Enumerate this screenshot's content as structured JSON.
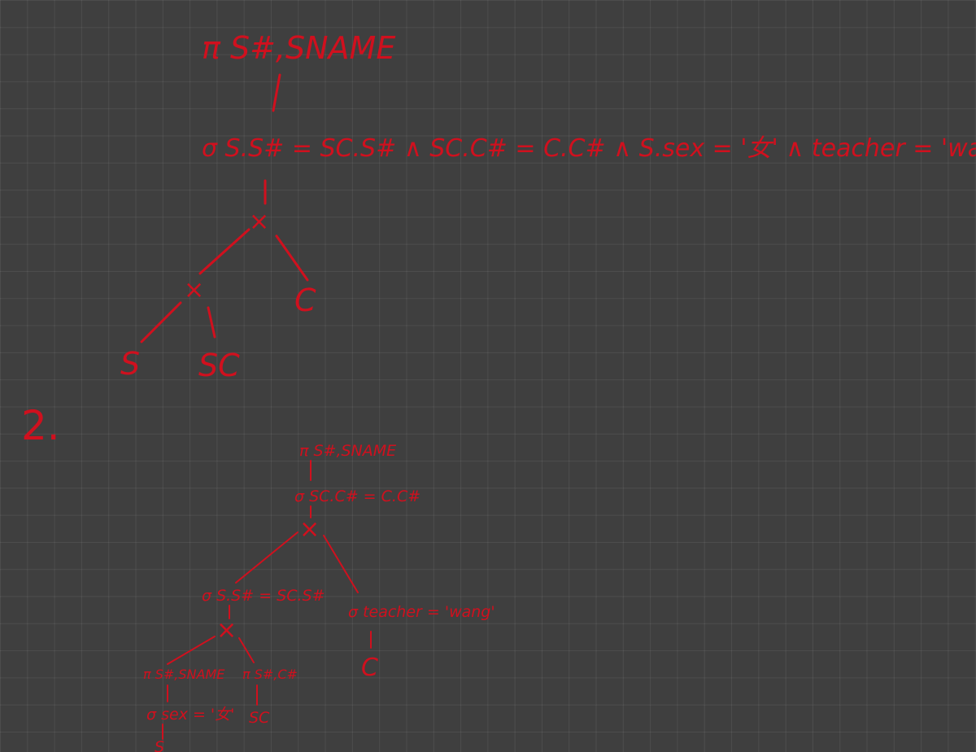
{
  "tree1": {
    "projection": "π S#,SNAME",
    "selection": "σ S.S# = SC.S# ∧ SC.C# = C.C# ∧ S.sex = '女' ∧ teacher = 'wang'",
    "join_top": "×",
    "join_left": "×",
    "leaf_s": "S",
    "leaf_sc": "SC",
    "leaf_c": "C"
  },
  "section2_marker": "2.",
  "tree2": {
    "projection": "π S#,SNAME",
    "selection_top": "σ SC.C# = C.C#",
    "join_top": "×",
    "selection_left": "σ S.S# = SC.S#",
    "selection_right": "σ teacher = 'wang'",
    "join_left": "×",
    "leaf_c": "C",
    "proj_left": "π S#,SNAME",
    "proj_right": "π S#,C#",
    "sel_sex": "σ sex = '女'",
    "leaf_sc": "SC",
    "leaf_s": "S"
  }
}
